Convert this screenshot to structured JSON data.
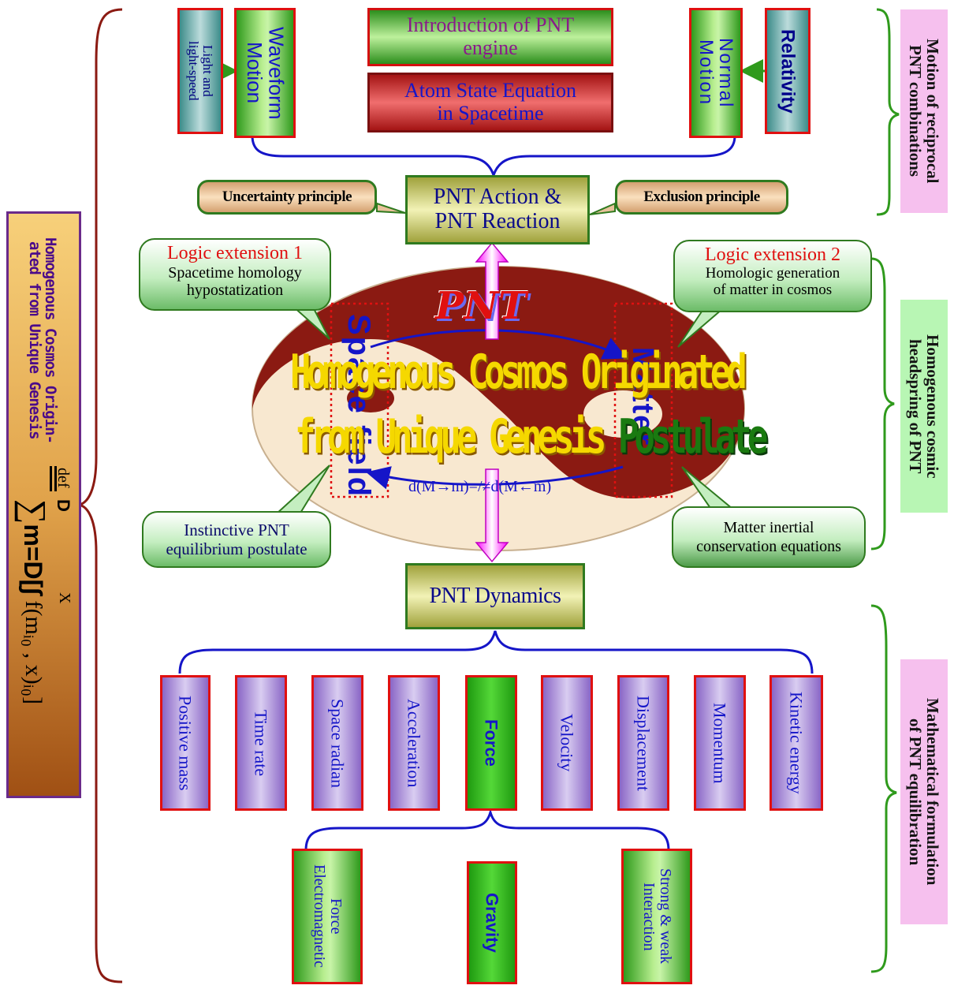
{
  "top": {
    "light_speed": "Light and\nlight-speed",
    "waveform_motion": "Waveform\nMotion",
    "intro_pnt_engine": "Introduction of PNT\nengine",
    "atom_state_equation": "Atom  State  Equation\nin Spacetime",
    "normal_motion": "Normal\nMotion",
    "relativity": "Relativity"
  },
  "middle": {
    "action_reaction": "PNT Action &\nPNT Reaction",
    "uncertainty": "Uncertainty principle",
    "exclusion": "Exclusion principle",
    "logic1_title": "Logic extension 1",
    "logic1_body": "Spacetime homology\nhypostatization",
    "logic2_title": "Logic extension 2",
    "logic2_body": "Homologic generation\nof matter in cosmos",
    "instinctive": "Instinctive PNT\nequilibrium postulate",
    "inertial": "Matter inertial\nconservation equations"
  },
  "center": {
    "pnt_logo": "PNT",
    "space_field": "Space field",
    "matter": "Matter",
    "postulate_line1": "Homogenous Cosmos Originated",
    "postulate_line2_a": "from Unique Genesis",
    "postulate_line2_b": "Postulate",
    "equation": "d(M→m)=/≠d(M←m)"
  },
  "dynamics": {
    "title": "PNT Dynamics",
    "items": [
      "Positive mass",
      "Time rate",
      "Space radian",
      "Acceleration",
      "Force",
      "Velocity",
      "Displacement",
      "Momentum",
      "Kinetic energy"
    ]
  },
  "forces": {
    "electromagnetic": "Force\nElectromagnetic",
    "gravity": "Gravity",
    "strong_weak": "Strong & weak\nInteraction"
  },
  "left_panel": {
    "title": "Homogenous Cosmos Origin-\nated from Unique Genesis",
    "def": "def",
    "formula": "∑",
    "formula_top": "D",
    "formula_body": "m=D[∫",
    "formula_sub": "0",
    "formula_sup": "X",
    "formula_tail": " f(mᵢ₀ , x)ᵢ₀]"
  },
  "right_labels": {
    "top": "Motion of reciprocal\nPNT combinations",
    "middle": "Homogenous cosmic\nheadspring of PNT",
    "bottom": "Mathematical formulation\nof PNT equilibration"
  },
  "colors": {
    "red_border": "#e01010",
    "blue_text": "#1515c8",
    "gold_text": "#f5d800",
    "dark_red": "#8b1a12",
    "magenta_arrow": "#ff00ff",
    "cream": "#f8e8d0"
  }
}
